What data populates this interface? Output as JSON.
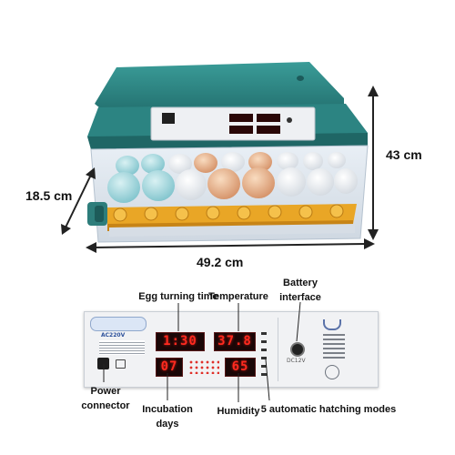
{
  "dimensions": {
    "height": "43 cm",
    "depth": "18.5 cm",
    "width": "49.2 cm"
  },
  "callouts": {
    "egg_turning_time": "Egg turning time",
    "temperature": "Temperature",
    "battery_interface": "Battery\ninterface",
    "power_connector": "Power\nconnector",
    "incubation_days": "Incubation\ndays",
    "humidity": "Humidity",
    "hatching_modes": "5 automatic hatching modes"
  },
  "panel": {
    "display_time": "1:30",
    "display_temperature": "37.8",
    "display_days": "07",
    "display_humidity": "65",
    "voltage_label": "AC220V",
    "battery_label": "DC12V"
  },
  "colors": {
    "lid": "#2e8a88",
    "panel": "#f1f2f4",
    "display": "#1a0707",
    "led": "#ff2a1f",
    "tray": "#e9a626"
  }
}
